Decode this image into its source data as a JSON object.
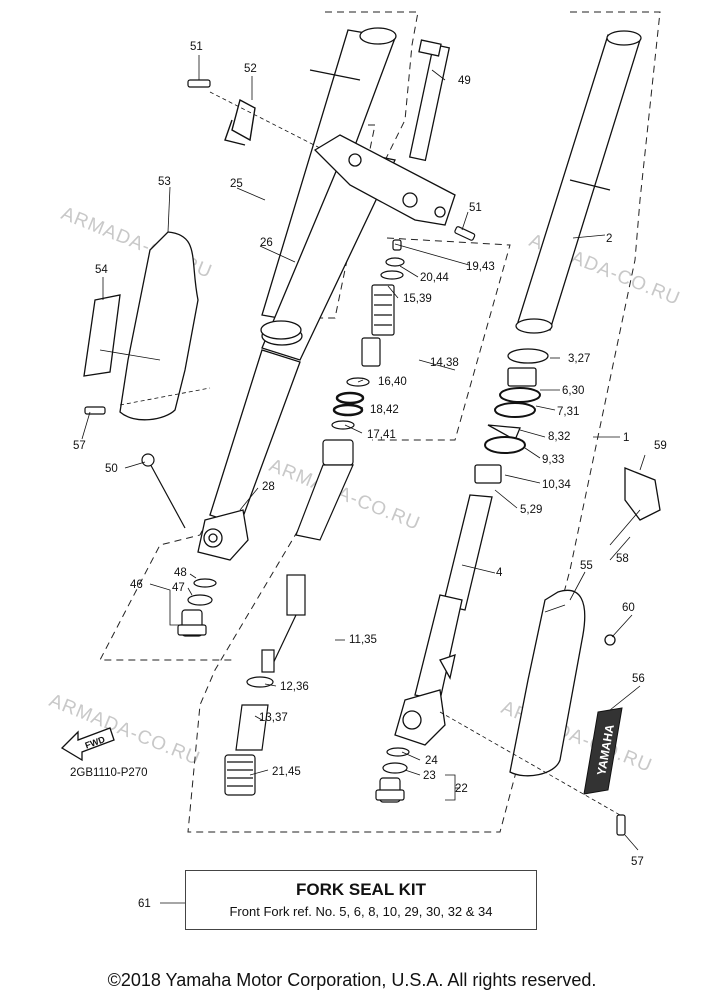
{
  "diagram": {
    "callouts": [
      "1",
      "2",
      "3,27",
      "4",
      "5,29",
      "6,30",
      "7,31",
      "8,32",
      "9,33",
      "10,34",
      "11,35",
      "12,36",
      "13,37",
      "14,38",
      "15,39",
      "16,40",
      "17,41",
      "18,42",
      "19,43",
      "20,44",
      "21,45",
      "22",
      "23",
      "24",
      "25",
      "26",
      "28",
      "46",
      "47",
      "48",
      "49",
      "50",
      "51",
      "52",
      "53",
      "54",
      "55",
      "56",
      "57",
      "58",
      "59",
      "60",
      "61"
    ],
    "fwd_label": "FWD",
    "drawing_code": "2GB1110-P270",
    "watermark": "ARMADA-CO.RU",
    "decal_text": "YAMAHA"
  },
  "kit_box": {
    "title": "FORK SEAL KIT",
    "subtitle": "Front Fork ref. No. 5, 6, 8, 10, 29, 30, 32 & 34"
  },
  "copyright": "©2018 Yamaha Motor Corporation, U.S.A. All rights reserved."
}
